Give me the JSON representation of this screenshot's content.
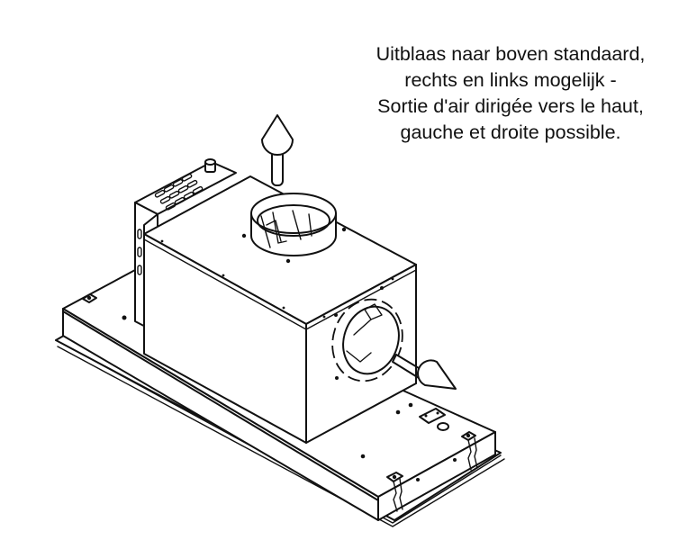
{
  "caption": {
    "lines": [
      "Uitblaas naar boven standaard,",
      "rechts en links mogelijk -",
      "Sortie d'air dirigée vers le haut,",
      "gauche et droite possible."
    ]
  },
  "figure": {
    "subject": "cooker-hood-motor-unit",
    "parts": [
      "mounting-tray",
      "motor-housing",
      "top-outlet-collar",
      "side-outlet-collar",
      "control-box",
      "up-arrow",
      "right-arrow",
      "fixing-clips"
    ],
    "line_color": "#111111",
    "background": "#ffffff"
  }
}
